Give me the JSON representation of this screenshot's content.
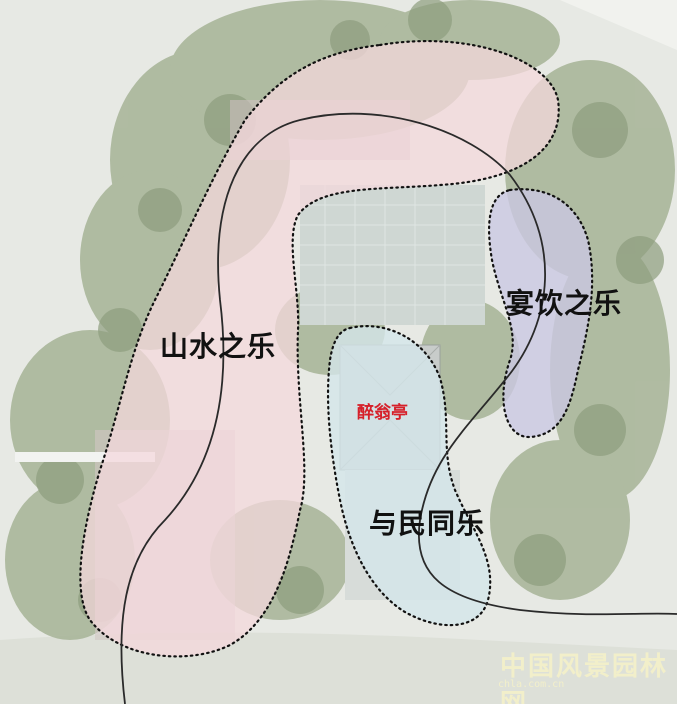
{
  "map": {
    "zones": [
      {
        "id": "shanshui",
        "label": "山水之乐"
      },
      {
        "id": "yanyin",
        "label": "宴饮之乐"
      },
      {
        "id": "yumin",
        "label": "与民同乐"
      }
    ],
    "landmark": {
      "label": "醉翁亭",
      "color": "#d6202a"
    },
    "colors": {
      "zone_fill_left": "#f4d8dc",
      "zone_fill_right": "#cbc8e2",
      "zone_fill_bottom": "#d4e6ea",
      "path_line": "#2a2a2a",
      "boundary_dots": "#111111",
      "vegetation": "#aab79a"
    },
    "watermark": {
      "title": "中国风景园林网",
      "url": "chla.com.cn"
    }
  }
}
